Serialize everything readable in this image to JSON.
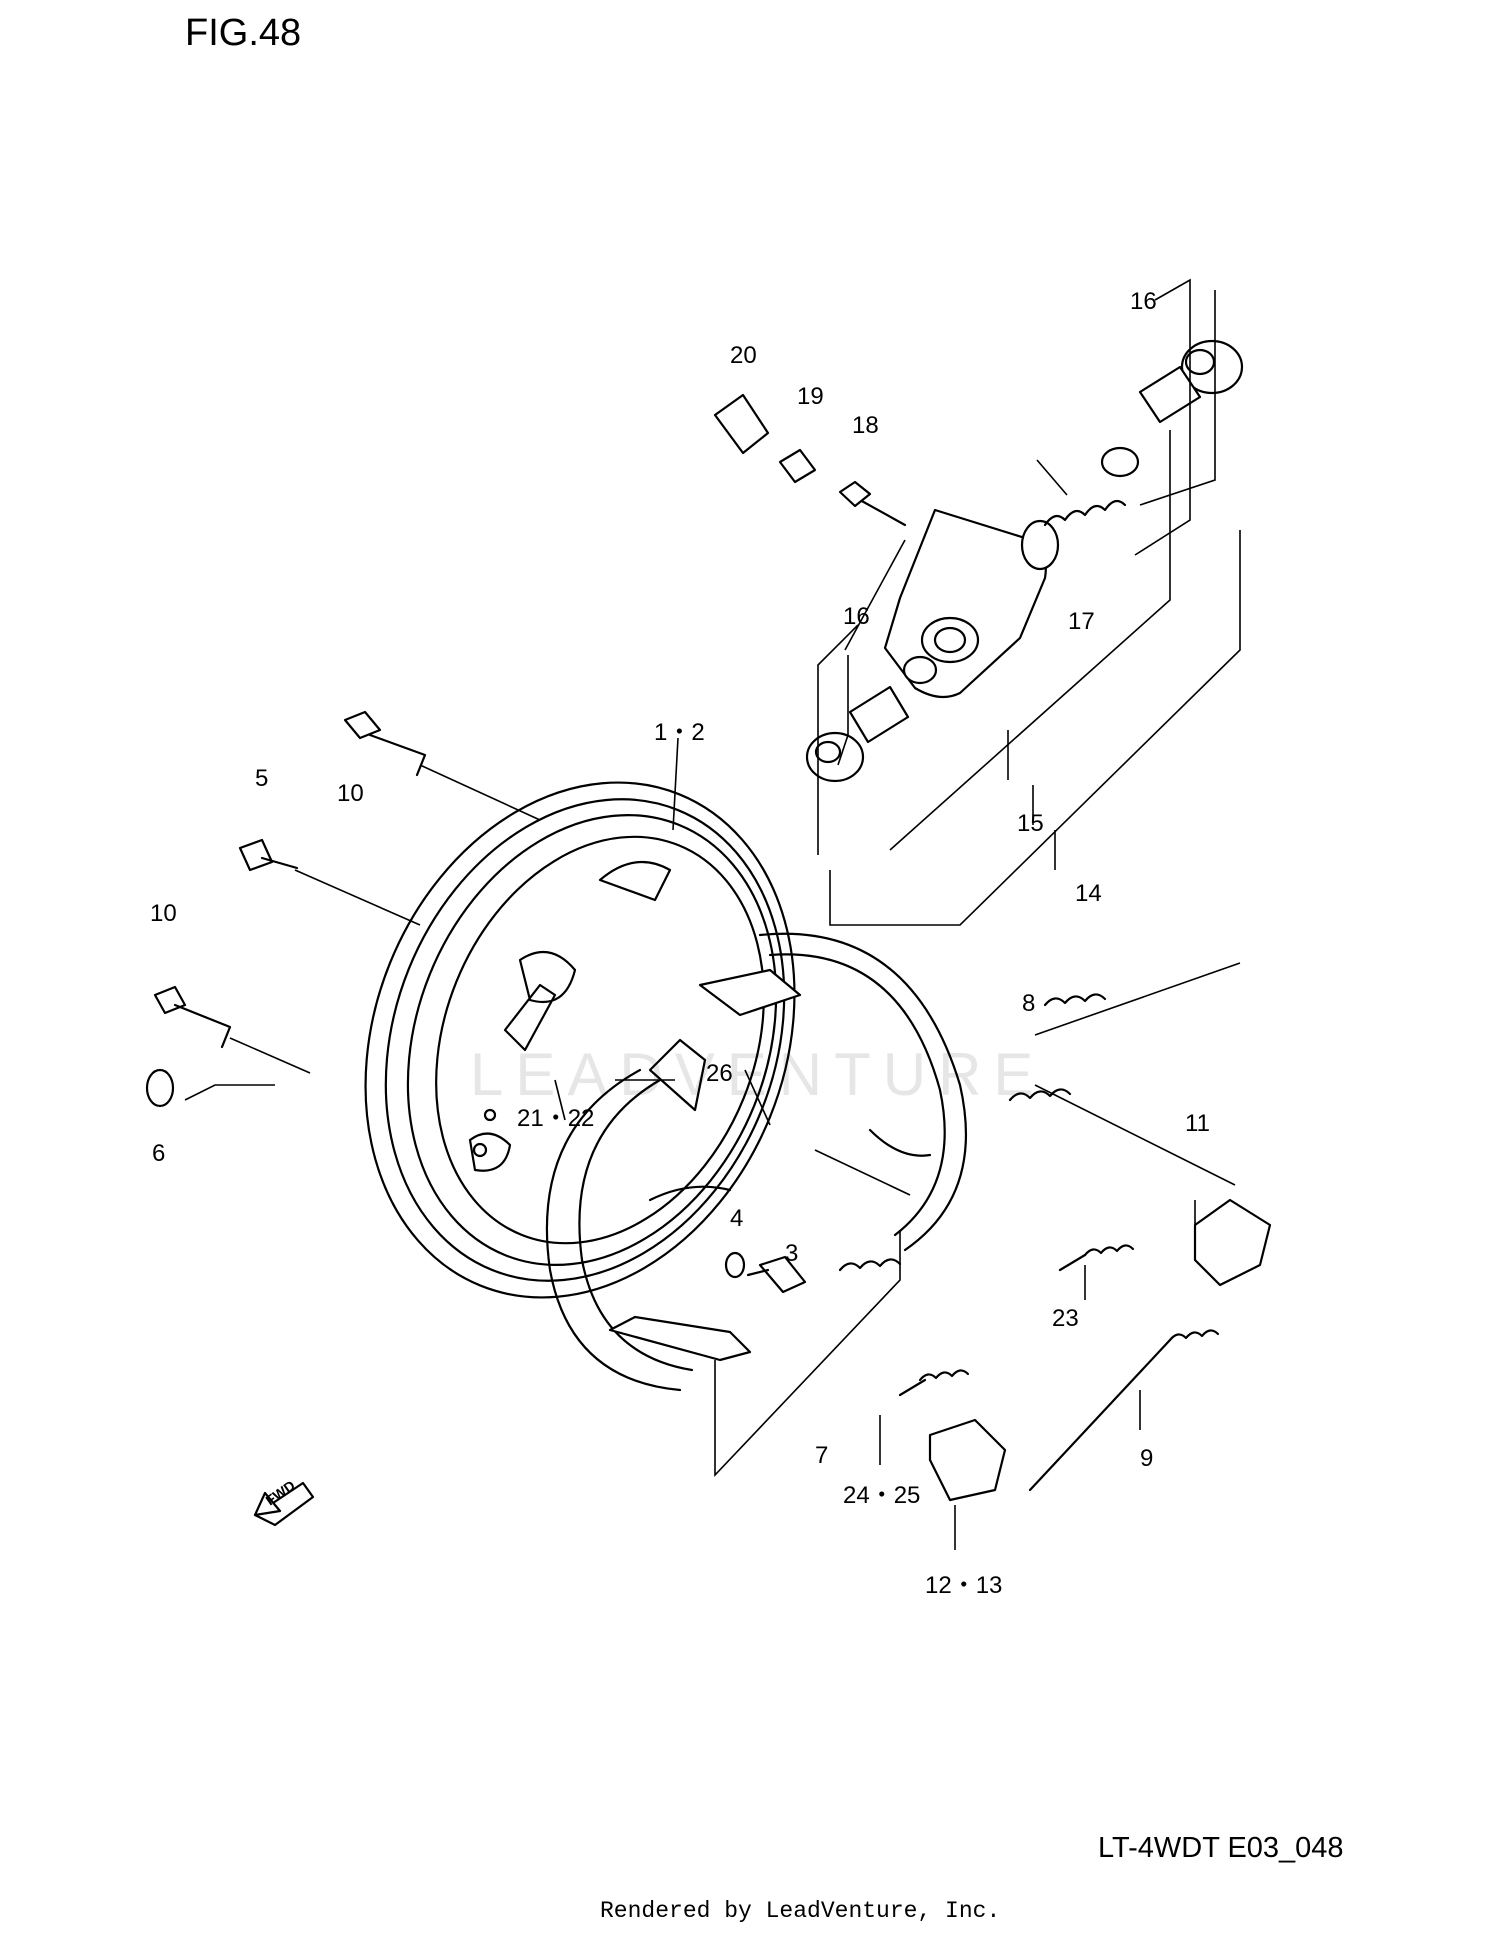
{
  "figure": {
    "title": "FIG.48",
    "model_code": "LT-4WDT E03_048",
    "render_credit": "Rendered by LeadVenture, Inc.",
    "watermark": "LEADVENTURE"
  },
  "callouts": [
    {
      "id": "c1-2",
      "text": "1・2"
    },
    {
      "id": "c3",
      "text": "3"
    },
    {
      "id": "c4",
      "text": "4"
    },
    {
      "id": "c5",
      "text": "5"
    },
    {
      "id": "c6",
      "text": "6"
    },
    {
      "id": "c7",
      "text": "7"
    },
    {
      "id": "c8",
      "text": "8"
    },
    {
      "id": "c9",
      "text": "9"
    },
    {
      "id": "c10a",
      "text": "10"
    },
    {
      "id": "c10b",
      "text": "10"
    },
    {
      "id": "c11",
      "text": "11"
    },
    {
      "id": "c12-13",
      "text": "12・13"
    },
    {
      "id": "c14",
      "text": "14"
    },
    {
      "id": "c15",
      "text": "15"
    },
    {
      "id": "c16a",
      "text": "16"
    },
    {
      "id": "c16b",
      "text": "16"
    },
    {
      "id": "c17",
      "text": "17"
    },
    {
      "id": "c18",
      "text": "18"
    },
    {
      "id": "c19",
      "text": "19"
    },
    {
      "id": "c20",
      "text": "20"
    },
    {
      "id": "c21-22",
      "text": "21・22"
    },
    {
      "id": "c23",
      "text": "23"
    },
    {
      "id": "c24-25",
      "text": "24・25"
    },
    {
      "id": "c26",
      "text": "26"
    }
  ],
  "fwd_arrow": {
    "text": "FWD"
  }
}
